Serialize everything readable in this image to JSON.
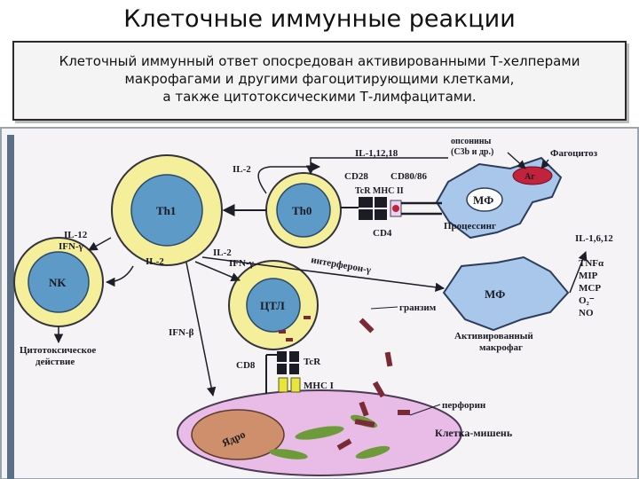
{
  "page": {
    "title": "Клеточные иммунные реакции",
    "note_lines": [
      "Клеточный иммунный ответ опосредован активированными Т-хелперами",
      "макрофагами и другими фагоцитирующими клетками,",
      "а также цитотоксическими Т-лимфацитами."
    ]
  },
  "diagram": {
    "cells": {
      "th1": "Th1",
      "th0": "Th0",
      "nk": "NK",
      "ctl": "ЦТЛ",
      "mf1": "МФ",
      "mf2": "МФ",
      "antigen": "Аг",
      "nucleus": "Ядро"
    },
    "labels": {
      "opsonins_1": "опсонины",
      "opsonins_2": "(С3b и др.)",
      "phagocytosis": "Фагоцитоз",
      "il_1_12_18": "IL-1,12,18",
      "il2_top": "IL-2",
      "cd28": "CD28",
      "cd80_86": "CD80/86",
      "tcr_mhc": "TcR MHC II",
      "processing": "Процессинг",
      "cd4": "CD4",
      "il12": "IL-12",
      "ifn_g_nk": "IFN-γ",
      "il2_nk": "IL-2",
      "il2_ctl": "IL-2",
      "ifn_g_ctl": "IFN-γ",
      "interferon": "интерферон-γ",
      "il_1_6_12": "IL-1,6,12",
      "tnfa": "TNFα",
      "mip": "MIP",
      "mcp": "MCP",
      "o2": "O₂⁻",
      "no": "NO",
      "activated_1": "Активированный",
      "activated_2": "макрофаг",
      "cytotoxic_1": "Цитотоксическое",
      "cytotoxic_2": "действие",
      "granzyme": "гранзим",
      "ifn_b": "IFN-β",
      "cd8": "CD8",
      "tcr": "TcR",
      "mhc1": "MHC I",
      "perforin": "перфорин",
      "target": "Клетка-мишень"
    },
    "colors": {
      "nucleus_blue": "#5d9ac8",
      "ring_yellow": "#f5ee9a",
      "macrophage_blue": "#a8c7ea",
      "target_cell": "#e9bce8",
      "granule": "#7a2a34",
      "antigen": "#c2223b"
    }
  }
}
